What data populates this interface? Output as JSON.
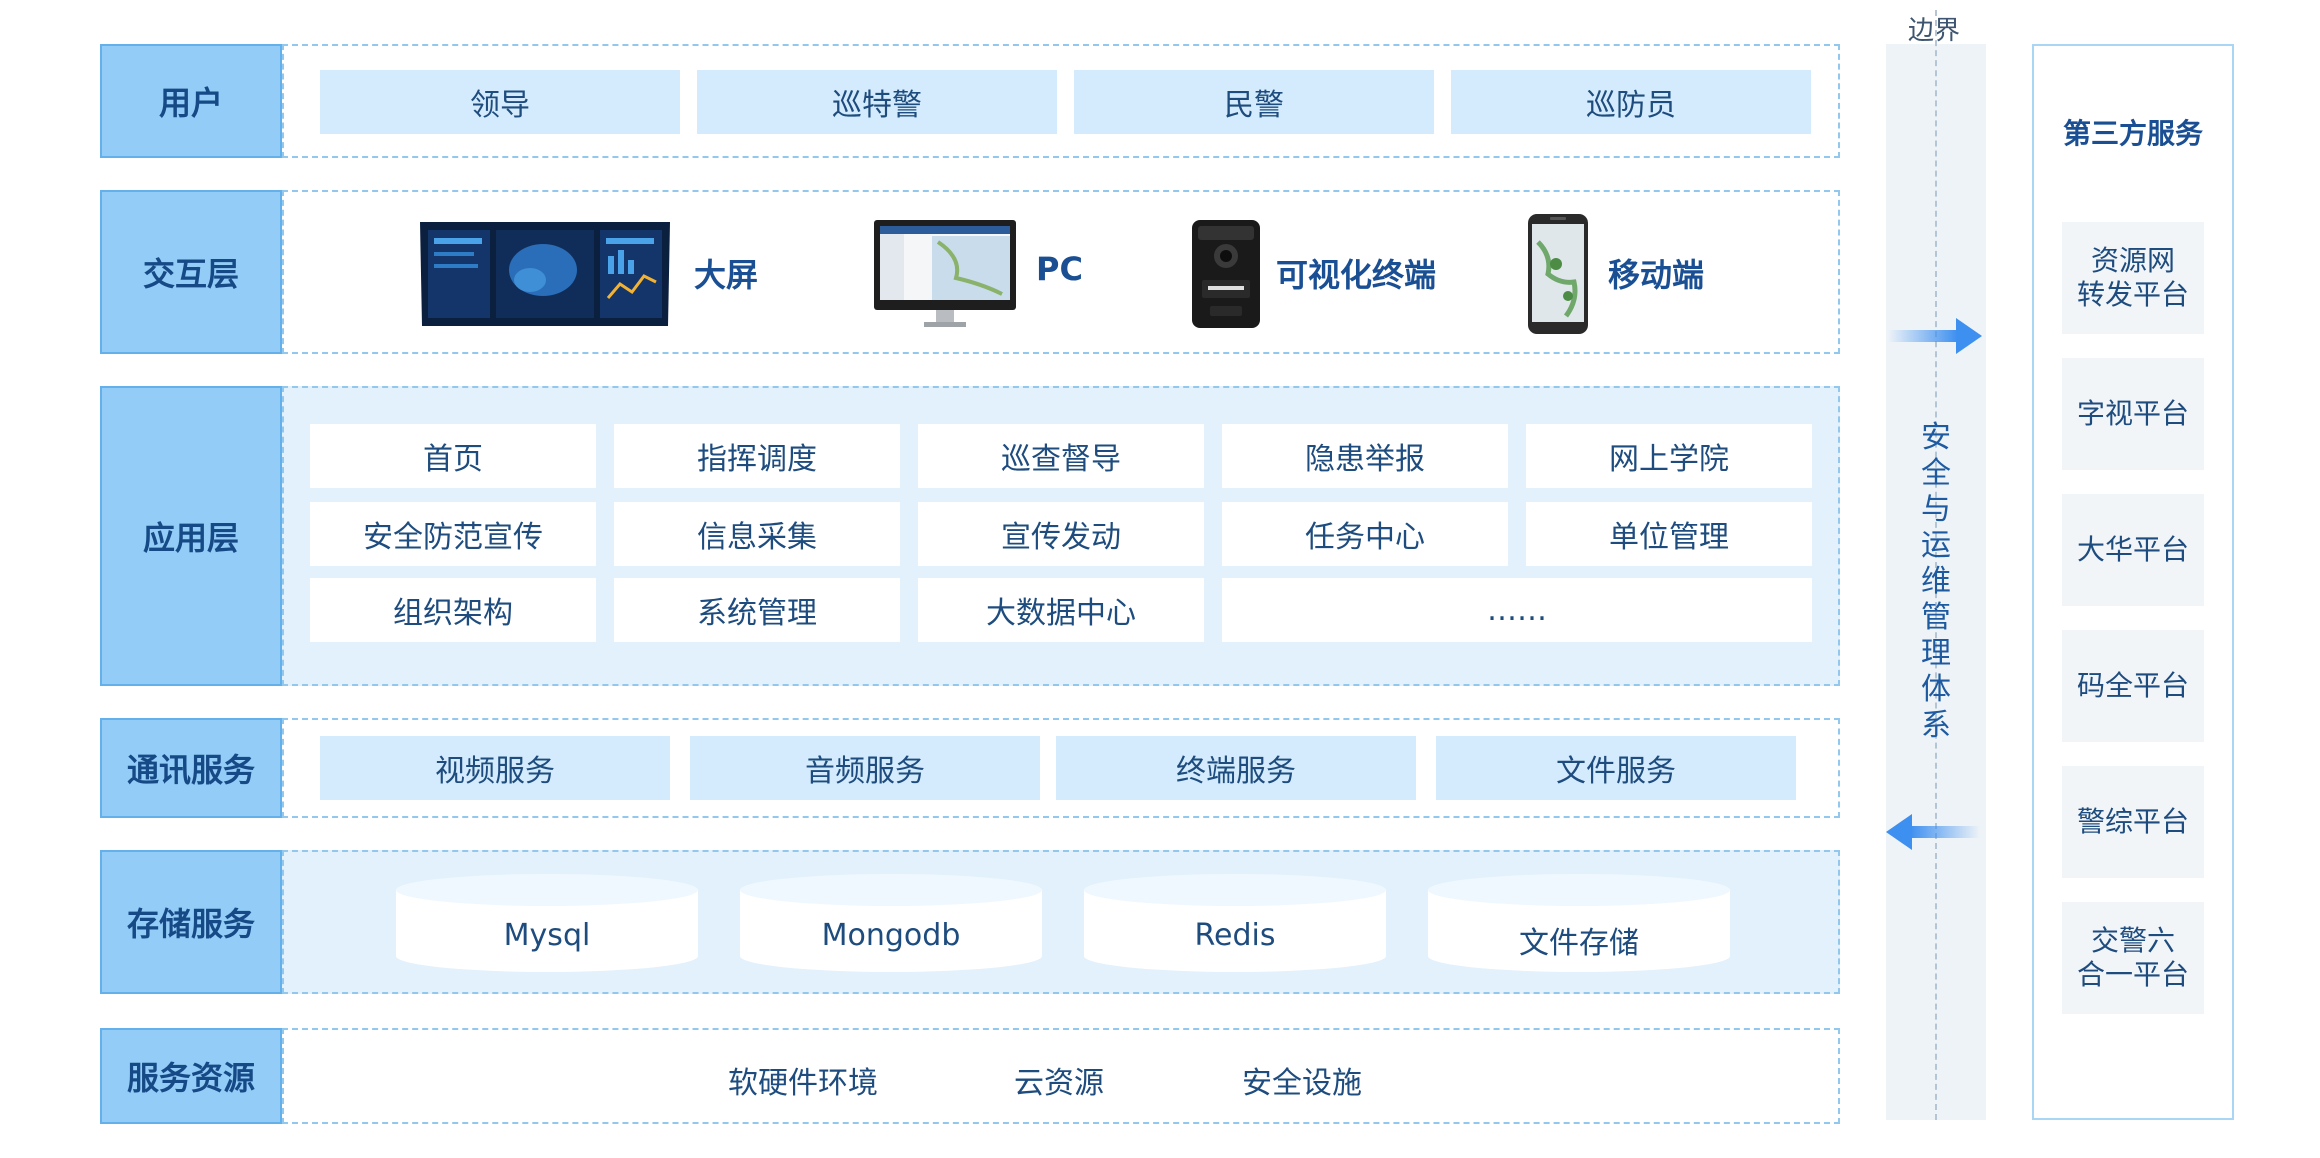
{
  "layers": {
    "user": {
      "label": "用户",
      "items": [
        "领导",
        "巡特警",
        "民警",
        "巡防员"
      ]
    },
    "interaction": {
      "label": "交互层",
      "devices": [
        {
          "label": "大屏",
          "icon": "video-wall-icon"
        },
        {
          "label": "PC",
          "icon": "monitor-icon"
        },
        {
          "label": "可视化终端",
          "icon": "body-camera-icon"
        },
        {
          "label": "移动端",
          "icon": "smartphone-icon"
        }
      ]
    },
    "application": {
      "label": "应用层",
      "modules": [
        "首页",
        "指挥调度",
        "巡查督导",
        "隐患举报",
        "网上学院",
        "安全防范宣传",
        "信息采集",
        "宣传发动",
        "任务中心",
        "单位管理",
        "组织架构",
        "系统管理",
        "大数据中心",
        "……"
      ]
    },
    "communication": {
      "label": "通讯服务",
      "items": [
        "视频服务",
        "音频服务",
        "终端服务",
        "文件服务"
      ]
    },
    "storage": {
      "label": "存储服务",
      "items": [
        "Mysql",
        "Mongodb",
        "Redis",
        "文件存储"
      ]
    },
    "resources": {
      "label": "服务资源",
      "items": [
        "软硬件环境",
        "云资源",
        "安全设施"
      ]
    }
  },
  "boundary": {
    "title": "边界",
    "text": "安全与运维管理体系"
  },
  "third_party": {
    "title": "第三方服务",
    "items": [
      "资源网\n转发平台",
      "字视平台",
      "大华平台",
      "码全平台",
      "警综平台",
      "交警六\n合一平台"
    ]
  },
  "colors": {
    "label_fill": "#93ccf6",
    "label_border": "#64b0ea",
    "pill_fill": "#d3ebfc",
    "dashed_border": "#92c7ee",
    "arrow": "#3d8ff0",
    "boundary_fill": "#eef3f7"
  }
}
